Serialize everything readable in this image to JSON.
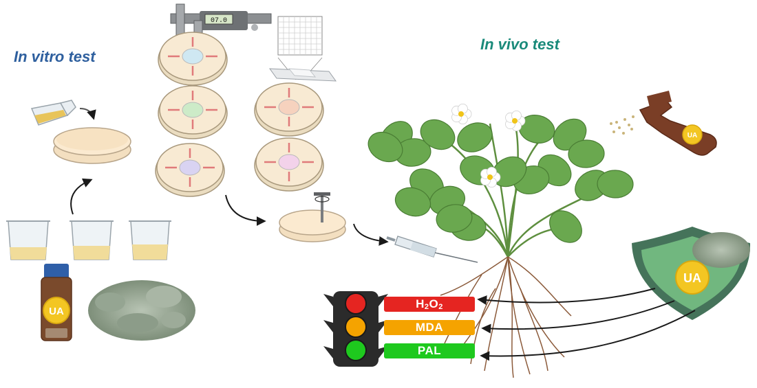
{
  "titles": {
    "in_vitro": "In vitro test",
    "in_vivo": "In vivo test"
  },
  "compound_label": "UA",
  "caliper_reading": "07.0",
  "indicators": [
    {
      "label": "H2O2",
      "html": "H<sub>2</sub>O<sub>2</sub>",
      "color": "#e52521"
    },
    {
      "label": "MDA",
      "color": "#f5a300"
    },
    {
      "label": "PAL",
      "color": "#1ec91e"
    }
  ],
  "colors": {
    "in_vitro_title": "#2e5f9e",
    "in_vivo_title": "#1a8a7a",
    "arrow": "#1a1a1a",
    "shield": "#4b8b5e",
    "bottle": "#7a3a22",
    "leaf": "#6aa84f"
  }
}
